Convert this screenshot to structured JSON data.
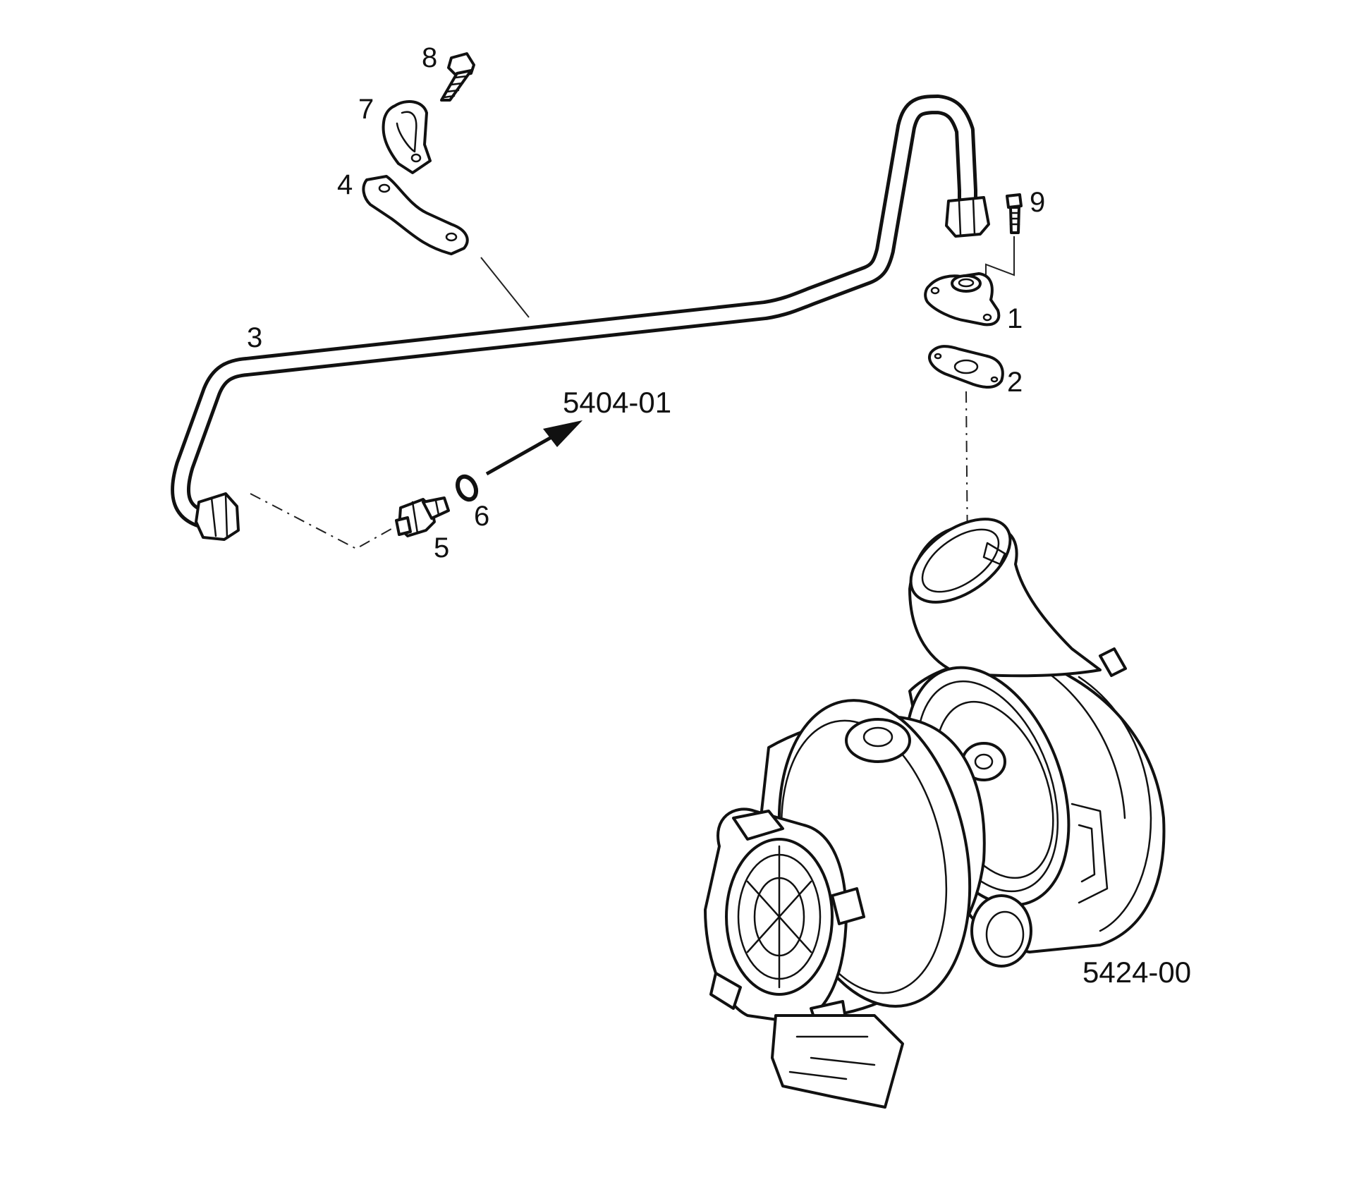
{
  "callouts": {
    "c1": "1",
    "c2": "2",
    "c3": "3",
    "c4": "4",
    "c5": "5",
    "c6": "6",
    "c7": "7",
    "c8": "8",
    "c9": "9"
  },
  "references": {
    "ref_arrow": "5404-01",
    "ref_turbo": "5424-00"
  }
}
